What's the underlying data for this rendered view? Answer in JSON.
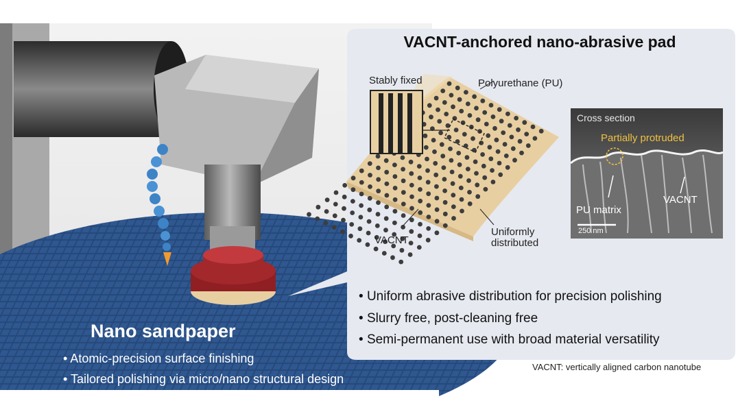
{
  "panel": {
    "title": "VACNT-anchored nano-abrasive pad",
    "bullets": [
      "Uniform abrasive distribution for precision polishing",
      "Slurry free, post-cleaning free",
      "Semi-permanent use with broad material versatility"
    ]
  },
  "pad_diagram": {
    "stably_fixed": "Stably fixed",
    "polyurethane": "Polyurethane (PU)",
    "vacnt": "VACNT",
    "uniformly_distributed": "Uniformly distributed"
  },
  "cross_section": {
    "title": "Cross section",
    "partially_protruded": "Partially protruded",
    "pu_matrix": "PU matrix",
    "vacnt": "VACNT",
    "scale_bar": "250 nm"
  },
  "product": {
    "title": "Nano sandpaper",
    "bullets": [
      "• Atomic-precision surface finishing",
      "• Tailored polishing via micro/nano structural design"
    ]
  },
  "footnote": "VACNT: vertically aligned carbon nanotube",
  "colors": {
    "panel_bg": "#e6e9f0",
    "wafer_blue": "#26487a",
    "pad_red": "#a3282c",
    "pu_tan": "#e8cfa2",
    "accent_yellow": "#f0c040",
    "coolant_blue": "#3d84c6"
  }
}
